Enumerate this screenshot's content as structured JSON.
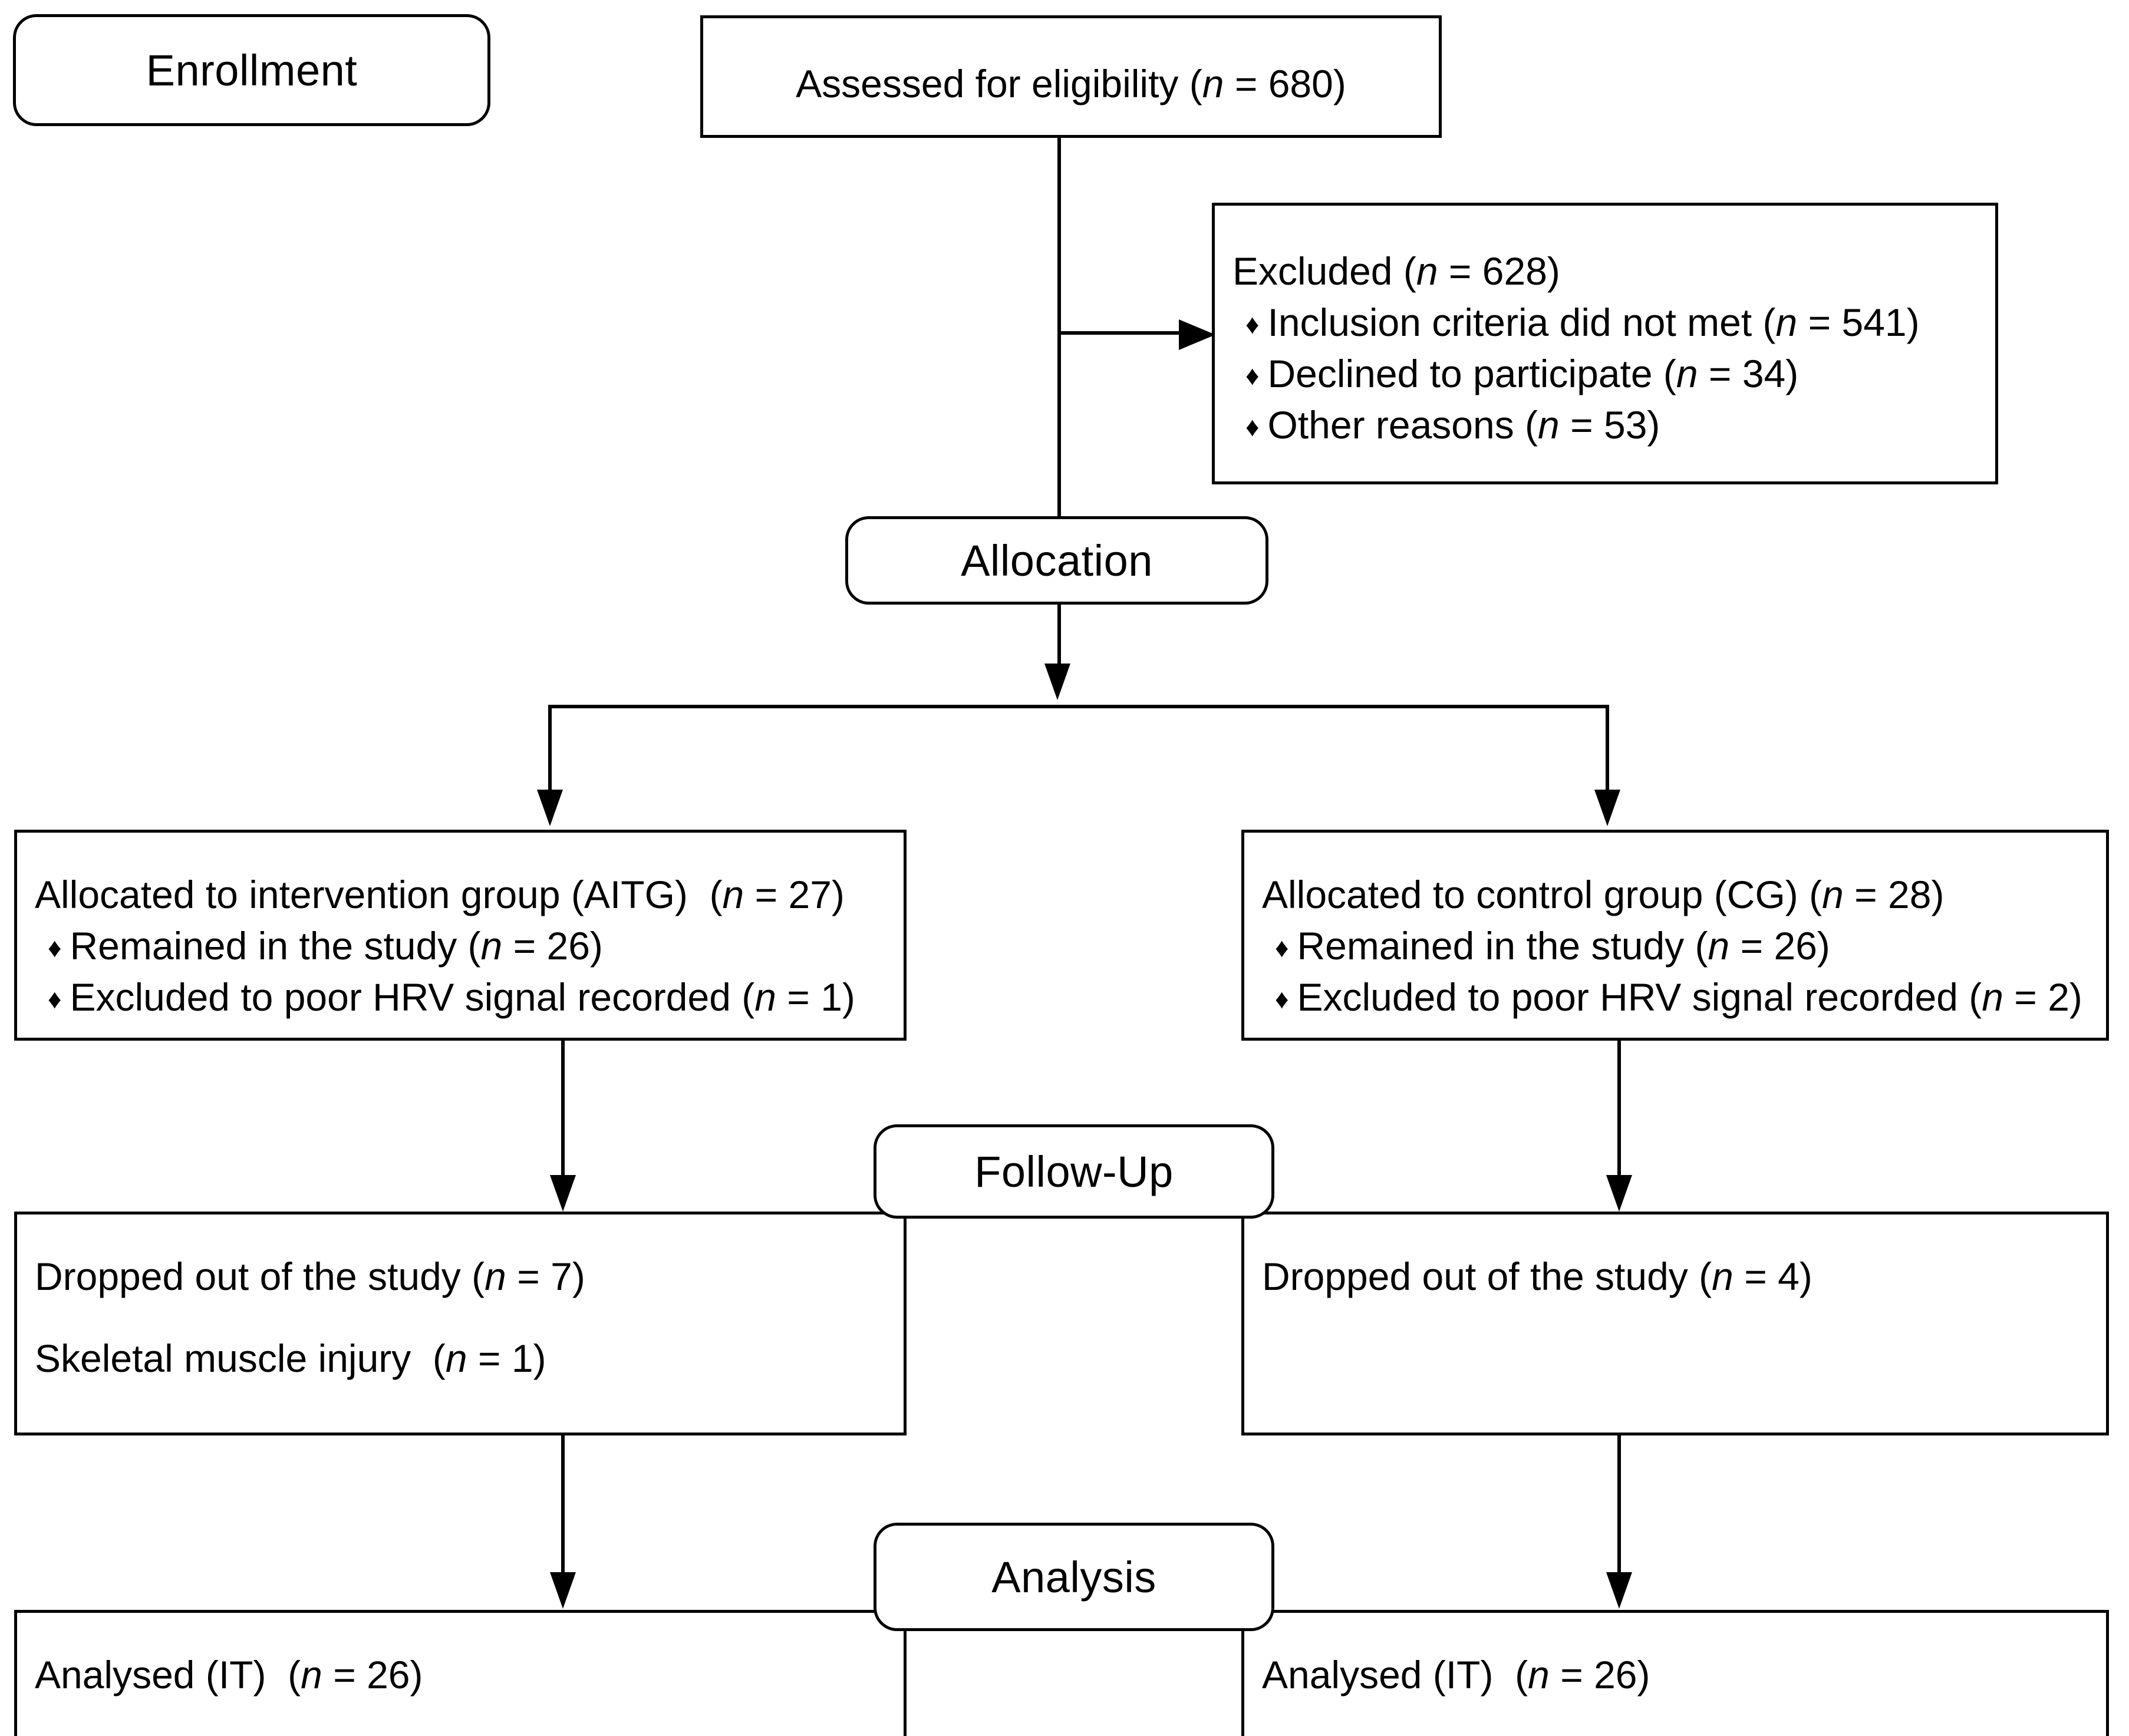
{
  "diagram": {
    "title": "CONSORT participant flow diagram",
    "stages": {
      "enrollment": "Enrollment",
      "allocation": "Allocation",
      "followup": "Follow-Up",
      "analysis": "Analysis"
    },
    "nodes": {
      "assessed": {
        "text": "Assessed for eligibility (n = 680)",
        "label": "Assessed for eligibility",
        "n": "680"
      },
      "excluded": {
        "heading": "Excluded",
        "heading_n": "628",
        "reasons": [
          {
            "label": "Inclusion criteria did not met",
            "n": "541"
          },
          {
            "label": "Declined to participate",
            "n": "34"
          },
          {
            "label": "Other reasons",
            "n": "53"
          }
        ]
      },
      "alloc_left": {
        "heading": "Allocated to intervention group (AITG)",
        "heading_n": "27",
        "items": [
          {
            "label": "Remained in the study",
            "n": "26"
          },
          {
            "label": "Excluded to poor HRV signal recorded",
            "n": "1"
          }
        ]
      },
      "alloc_right": {
        "heading": "Allocated to control group (CG)",
        "heading_n": "28",
        "items": [
          {
            "label": "Remained in the study",
            "n": "26"
          },
          {
            "label": "Excluded to poor HRV signal recorded",
            "n": "2"
          }
        ]
      },
      "follow_left": {
        "lines": [
          {
            "label": "Dropped out of the study",
            "n": "7"
          },
          {
            "label": "Skeletal muscle injury",
            "n": "1"
          }
        ]
      },
      "follow_right": {
        "lines": [
          {
            "label": "Dropped out of the study",
            "n": "4"
          }
        ]
      },
      "analysis_left": {
        "label": "Analysed (IT)",
        "n": "26"
      },
      "analysis_right": {
        "label": "Analysed (IT)",
        "n": "26"
      }
    },
    "symbols": {
      "bullet": "♦",
      "n_symbol": "n",
      "equals": "="
    },
    "colors": {
      "stroke": "#000000",
      "background": "#ffffff",
      "text": "#000000"
    }
  }
}
